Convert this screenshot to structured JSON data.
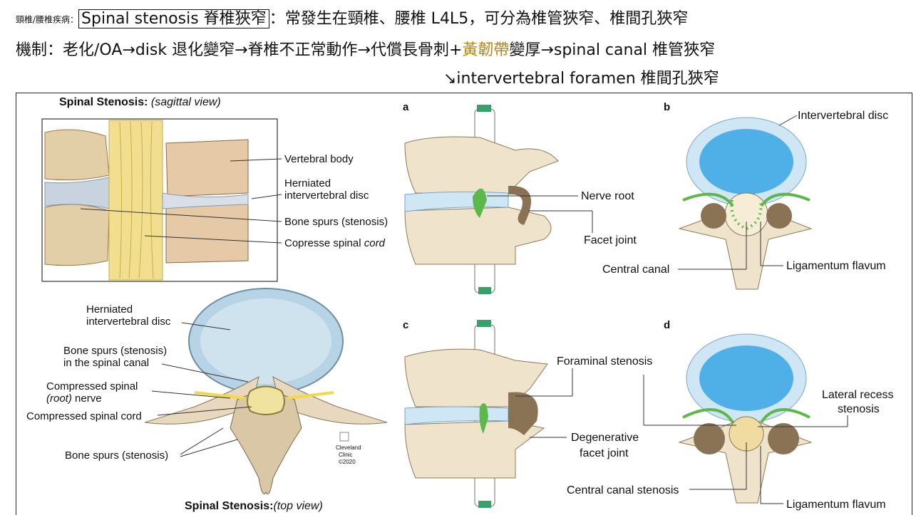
{
  "header": {
    "prefix": "頸椎/腰椎疾病：",
    "title_boxed": "Spinal stenosis 脊椎狹窄",
    "title_rest": "：常發生在頸椎、腰椎 L4L5，可分為椎管狹窄、椎間孔狹窄",
    "mechanism_a": "機制：老化/OA→disk 退化變窄→脊椎不正常動作→代償長骨刺+",
    "mechanism_gold": "黃韌帶",
    "mechanism_b": "變厚→spinal canal 椎管狹窄",
    "mechanism_c": "↘intervertebral foramen 椎間孔狹窄",
    "gold_color": "#b8860b"
  },
  "figure": {
    "sagittal": {
      "title": "Spinal Stenosis:",
      "title_italic": "(sagittal view)",
      "labels": {
        "vertebral_body": "Vertebral body",
        "herniated_1": "Herniated",
        "herniated_2": "intervertebral disc",
        "bone_spurs": "Bone spurs (stenosis)",
        "compressed_a": "Copresse spinal ",
        "compressed_b": "cord"
      }
    },
    "top": {
      "title": "Spinal Stenosis:",
      "title_italic": "(top view)",
      "labels": {
        "herniated_1": "Herniated",
        "herniated_2": "intervertebral disc",
        "spurs_canal_1": "Bone spurs (stenosis)",
        "spurs_canal_2": "in the spinal canal",
        "compressed_nerve_1": "Compressed spinal",
        "compressed_nerve_2a": "(root)",
        "compressed_nerve_2b": " nerve",
        "compressed_cord": "Compressed spinal cord",
        "bone_spurs": "Bone spurs (stenosis)"
      },
      "watermark": [
        "Cleveland",
        "Clinic",
        "©2020"
      ]
    },
    "panels": {
      "a": {
        "letter": "a",
        "nerve_root": "Nerve root",
        "facet_joint": "Facet joint"
      },
      "b": {
        "letter": "b",
        "disc": "Intervertebral disc",
        "central_canal": "Central canal",
        "lig_flavum": "Ligamentum flavum"
      },
      "c": {
        "letter": "c",
        "foraminal": "Foraminal stenosis",
        "degen_1": "Degenerative",
        "degen_2": "facet joint"
      },
      "d": {
        "letter": "d",
        "lateral_1": "Lateral recess",
        "lateral_2": "stenosis",
        "central_stenosis": "Central canal stenosis",
        "lig_flavum": "Ligamentum flavum"
      }
    },
    "colors": {
      "bone": "#efe4cb",
      "bone_edge": "#8a7a5a",
      "disc_blue": "#cfe6f5",
      "disc_core": "#4fb0e8",
      "nerve_green": "#5cb84a",
      "facet_brown": "#8a7354",
      "cord_yellow": "#f2e28a"
    }
  }
}
